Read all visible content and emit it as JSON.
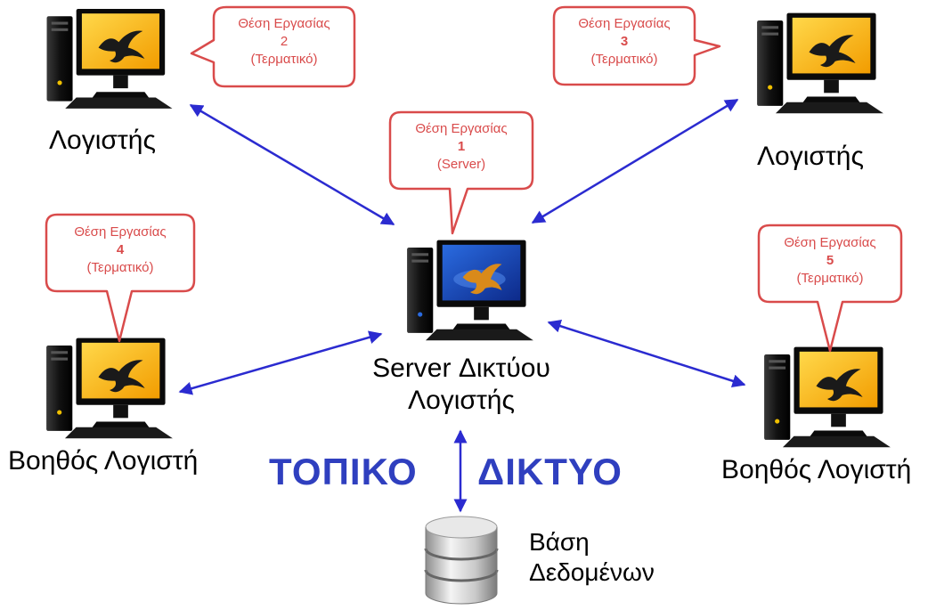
{
  "workstations": {
    "ws2": {
      "label": "Λογιστής",
      "bubble": {
        "line1": "Θέση Εργασίας",
        "num": "2",
        "line3": "(Τερματικό)"
      }
    },
    "ws3": {
      "label": "Λογιστής",
      "bubble": {
        "line1": "Θέση Εργασίας",
        "num": "3",
        "line3": "(Τερματικό)"
      }
    },
    "ws1": {
      "label_line1": "Server Δικτύου",
      "label_line2": "Λογιστής",
      "bubble": {
        "line1": "Θέση Εργασίας",
        "num": "1",
        "line3": "(Server)"
      }
    },
    "ws4": {
      "label": "Βοηθός Λογιστή",
      "bubble": {
        "line1": "Θέση Εργασίας",
        "num": "4",
        "line3": "(Τερματικό)"
      }
    },
    "ws5": {
      "label": "Βοηθός Λογιστή",
      "bubble": {
        "line1": "Θέση Εργασίας",
        "num": "5",
        "line3": "(Τερματικό)"
      }
    }
  },
  "network": {
    "word1": "ΤΟΠΙΚΟ",
    "word2": "ΔΙΚΤΥΟ"
  },
  "database": {
    "line1": "Βάση",
    "line2": "Δεδομένων"
  },
  "colors": {
    "arrow": "#2b2bd0",
    "bubble_border": "#d94b4b",
    "bubble_text": "#d94b4b",
    "network_text": "#2f3fbf",
    "screen_yellow": "#f5b400",
    "screen_blue": "#1a3fb0"
  },
  "icons": [
    "computer-icon",
    "server-computer-icon",
    "database-icon",
    "eagle-logo"
  ]
}
